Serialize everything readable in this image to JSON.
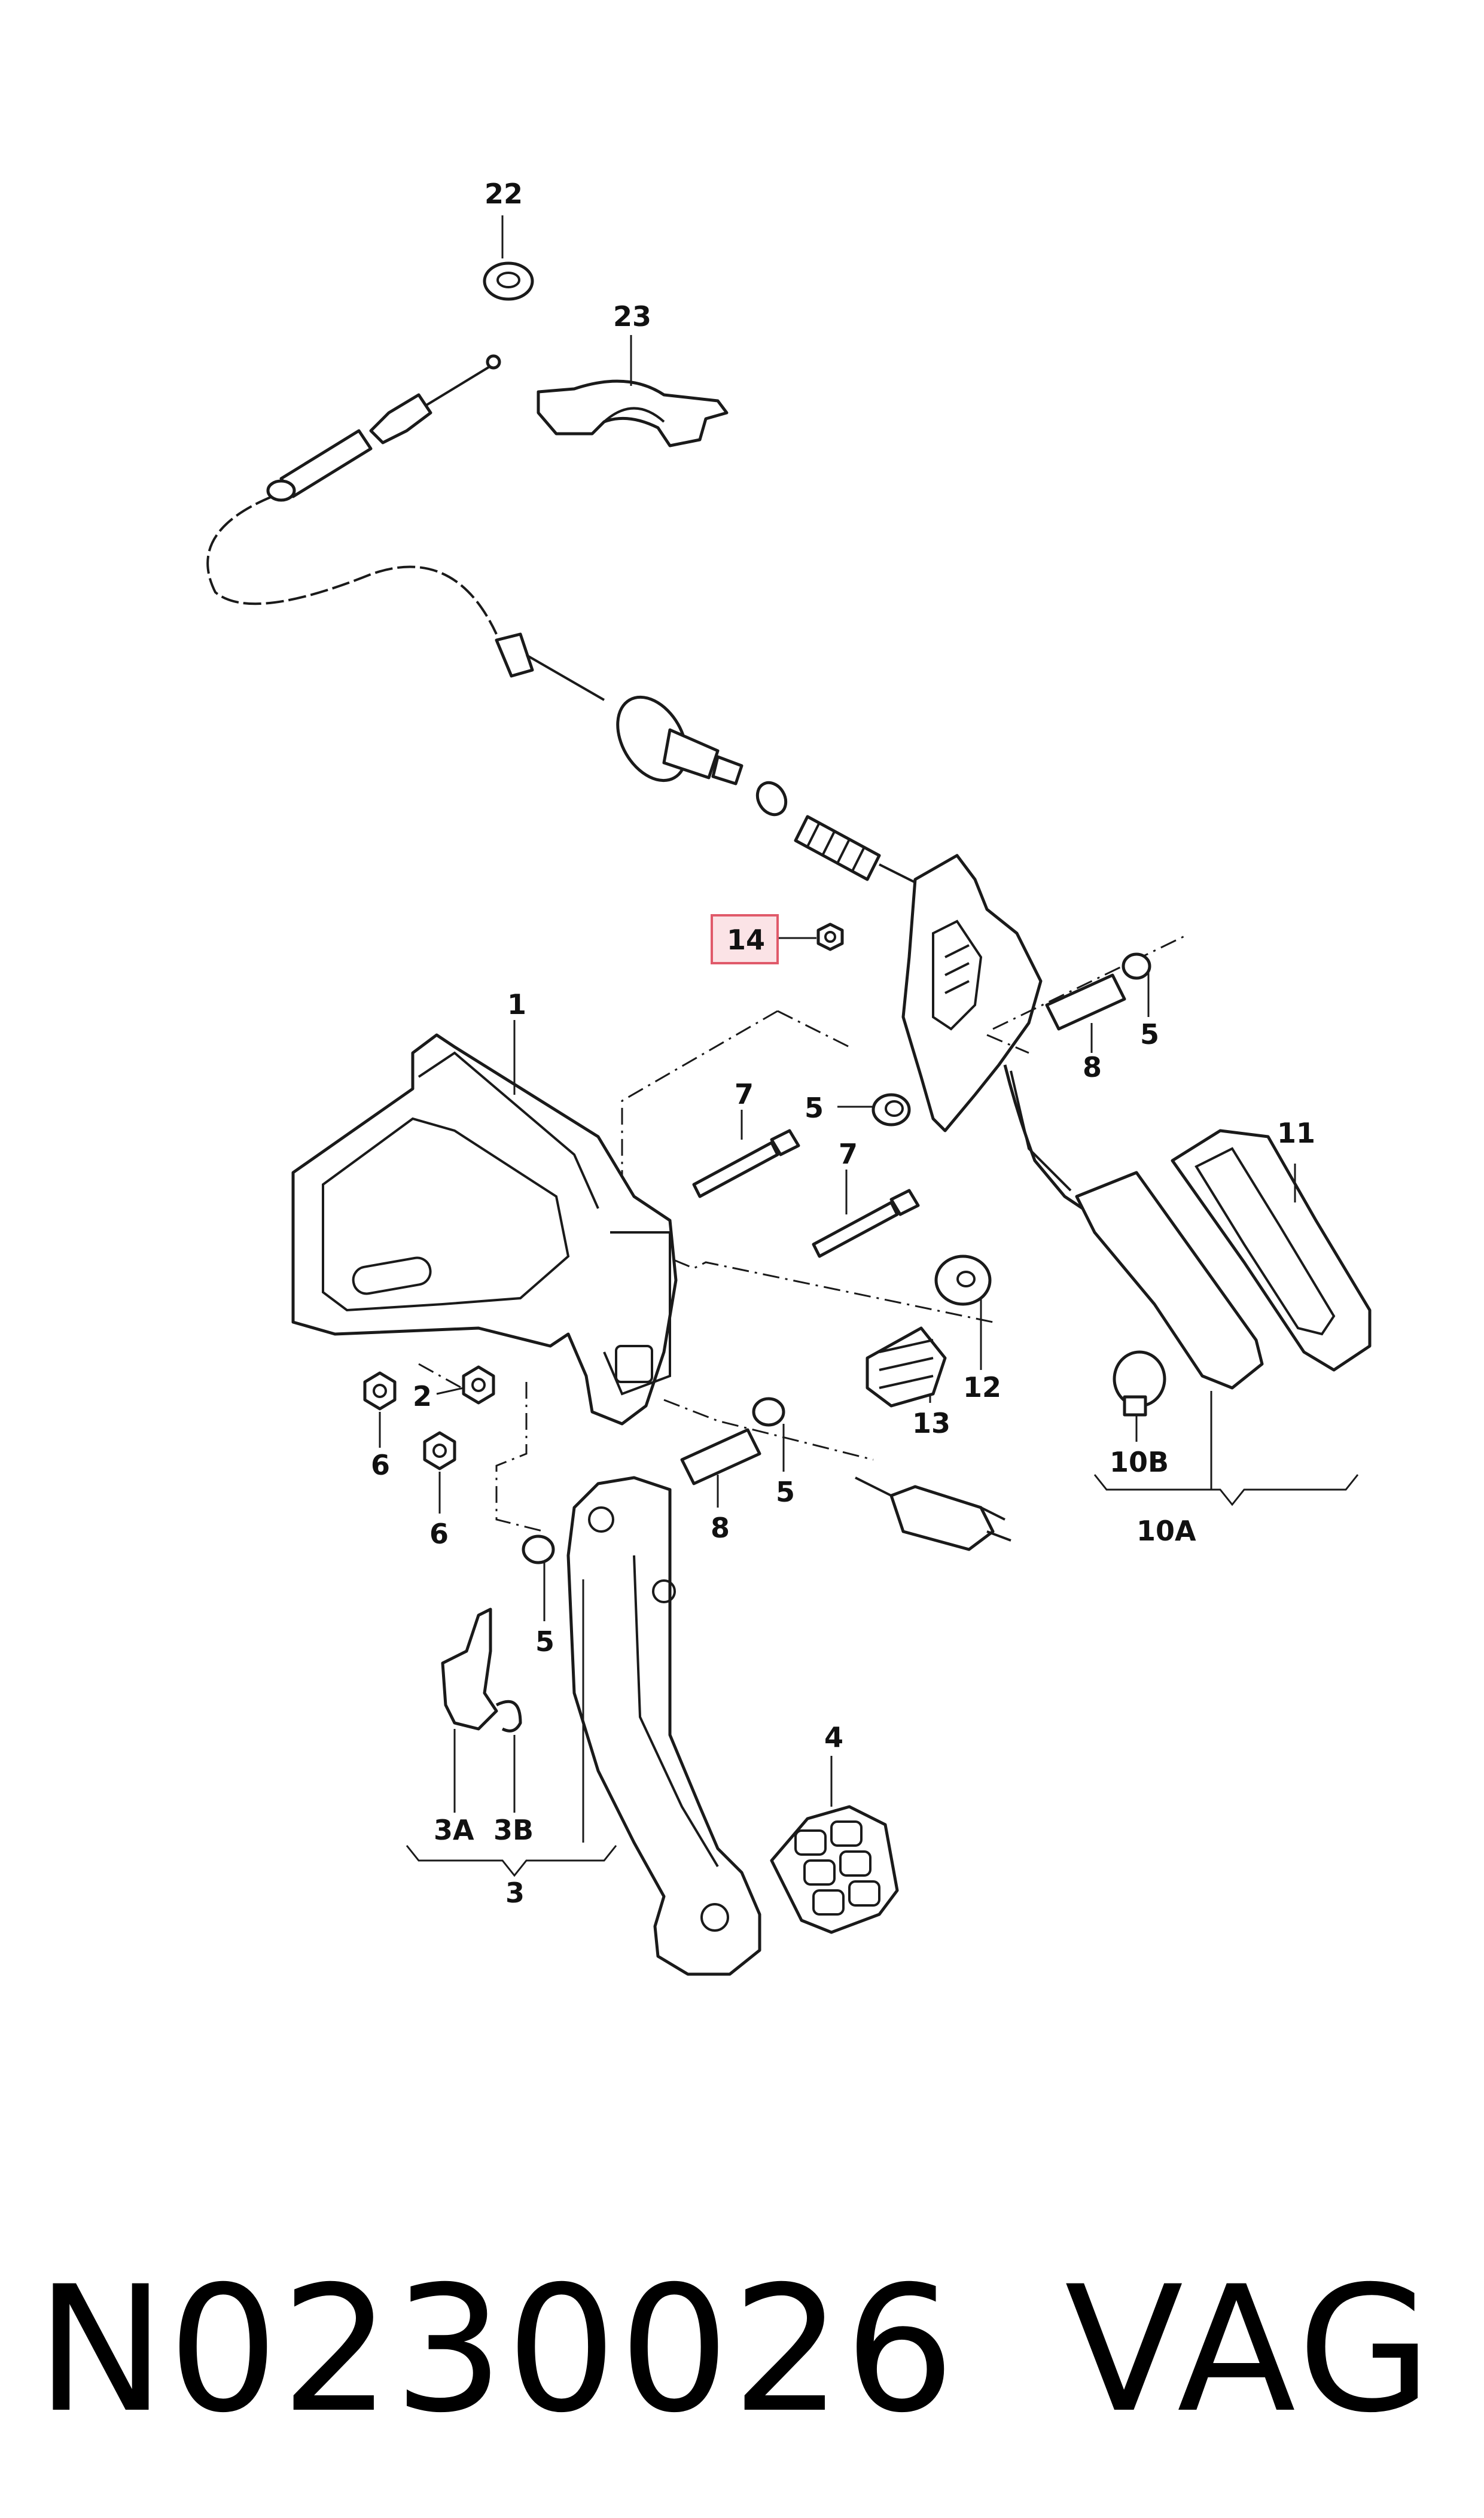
{
  "diagram": {
    "callouts": {
      "c1": "1",
      "c2": "2",
      "c3": "3",
      "c3A": "3A",
      "c3B": "3B",
      "c4": "4",
      "c5a": "5",
      "c5b": "5",
      "c5c": "5",
      "c5d": "5",
      "c6a": "6",
      "c6b": "6",
      "c7a": "7",
      "c7b": "7",
      "c8a": "8",
      "c8b": "8",
      "c10A": "10A",
      "c10B": "10B",
      "c11": "11",
      "c12": "12",
      "c13": "13",
      "c14": "14",
      "c22": "22",
      "c23": "23"
    },
    "highlight_color": "#e05a6a",
    "highlight_fill": "#fbe3e6"
  },
  "footer": {
    "part_number": "N0230026",
    "brand": "VAG"
  }
}
